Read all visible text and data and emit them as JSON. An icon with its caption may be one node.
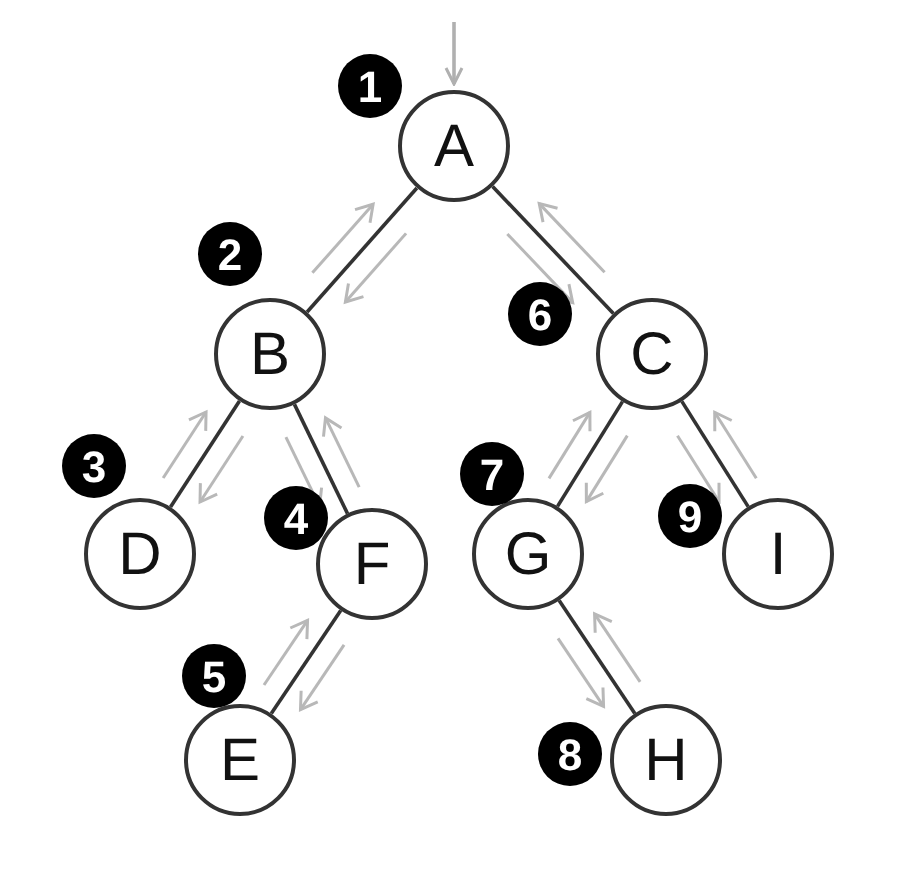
{
  "diagram": {
    "nodes": [
      {
        "text": [
          "A"
        ],
        "beside": [
          "1"
        ]
      },
      {
        "text": [
          "B"
        ],
        "beside": [
          "2"
        ]
      },
      {
        "text": [
          "C"
        ],
        "beside": [
          "6"
        ]
      },
      {
        "text": [
          "D"
        ],
        "beside": [
          "3"
        ]
      },
      {
        "text": [
          "F"
        ],
        "beside": [
          "4"
        ]
      },
      {
        "text": [
          "G"
        ],
        "beside": [
          "7"
        ]
      },
      {
        "text": [
          "I"
        ],
        "beside": [
          "9"
        ]
      },
      {
        "text": [
          "E"
        ],
        "beside": [
          "5"
        ]
      },
      {
        "text": [
          "H"
        ],
        "beside": [
          "8"
        ]
      }
    ],
    "edges": [
      {
        "from": null,
        "to": 0,
        "arrow": "to",
        "color": "#b0b0b0"
      },
      {
        "from": 0,
        "to": 1,
        "arrow": "none"
      },
      {
        "from": 0,
        "to": 2,
        "arrow": "none"
      },
      {
        "from": 1,
        "to": 3,
        "arrow": "none"
      },
      {
        "from": 1,
        "to": 4,
        "arrow": "none"
      },
      {
        "from": 4,
        "to": 7,
        "arrow": "none"
      },
      {
        "from": 2,
        "to": 5,
        "arrow": "none"
      },
      {
        "from": 2,
        "to": 6,
        "arrow": "none"
      },
      {
        "from": 5,
        "to": 8,
        "arrow": "none"
      }
    ]
  }
}
